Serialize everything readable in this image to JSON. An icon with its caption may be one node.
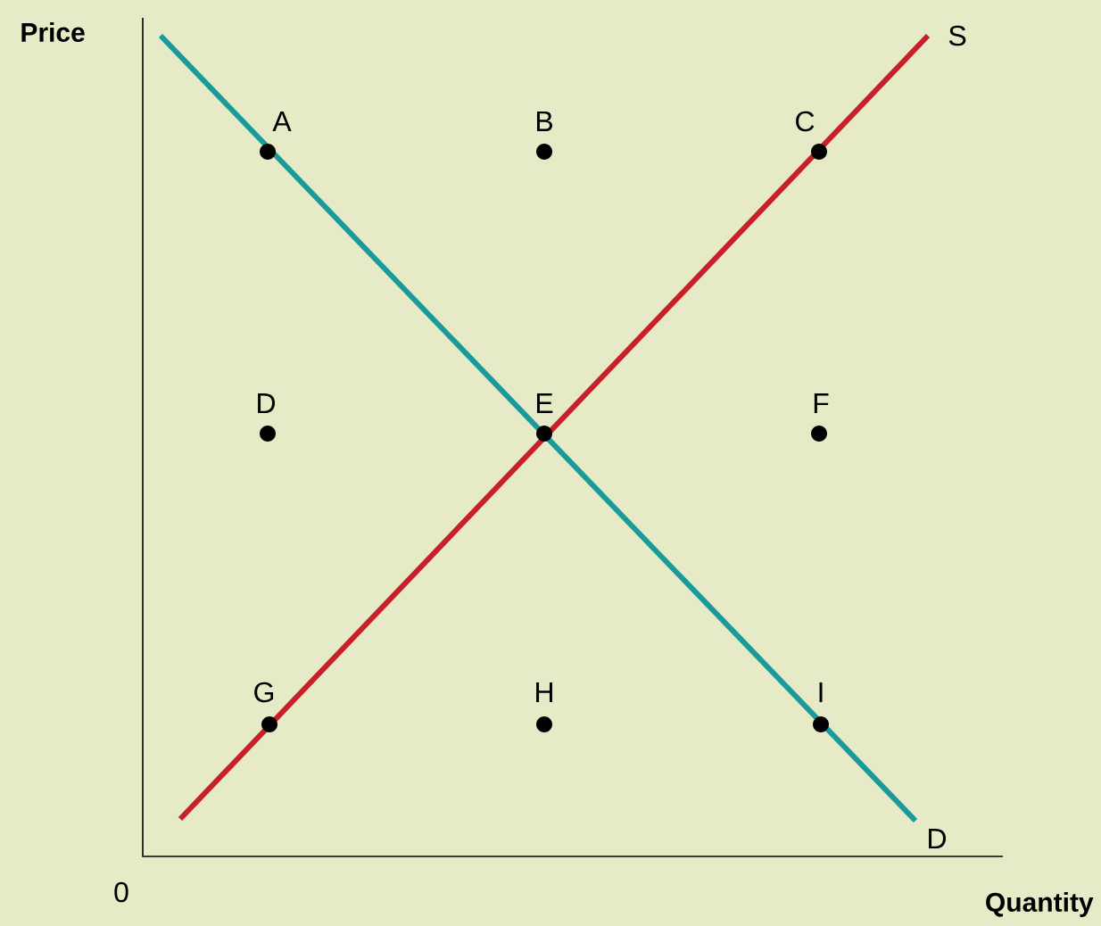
{
  "diagram": {
    "labels": [
      "Price",
      "S",
      "A",
      "B",
      "C",
      "D",
      "E",
      "F",
      "G",
      "H",
      "I",
      "D",
      "0",
      "Quantity"
    ]
  }
}
